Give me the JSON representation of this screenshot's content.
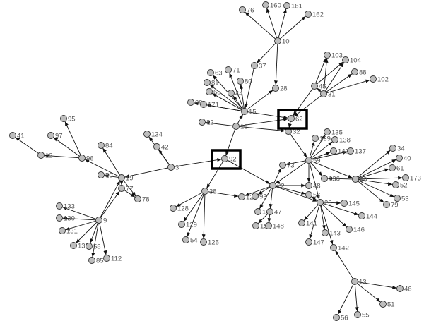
{
  "graph": {
    "colors": {
      "node_fill": "#bdbdbd",
      "node_stroke": "#333333",
      "edge": "#111111",
      "label": "#555555",
      "highlight": "#000000"
    },
    "nodes": [
      {
        "id": "41",
        "label": "41"
      },
      {
        "id": "12",
        "label": "12"
      },
      {
        "id": "97",
        "label": "97"
      },
      {
        "id": "95",
        "label": "95"
      },
      {
        "id": "96",
        "label": "96"
      },
      {
        "id": "84",
        "label": "84"
      },
      {
        "id": "50",
        "label": "50"
      },
      {
        "id": "19",
        "label": "19"
      },
      {
        "id": "77",
        "label": "77"
      },
      {
        "id": "78",
        "label": "78"
      },
      {
        "id": "134",
        "label": "134"
      },
      {
        "id": "42",
        "label": "42"
      },
      {
        "id": "3",
        "label": "3"
      },
      {
        "id": "133",
        "label": "133"
      },
      {
        "id": "130",
        "label": "130"
      },
      {
        "id": "131",
        "label": "131"
      },
      {
        "id": "9",
        "label": "9"
      },
      {
        "id": "132",
        "label": "132"
      },
      {
        "id": "58",
        "label": "58"
      },
      {
        "id": "85",
        "label": "85"
      },
      {
        "id": "112",
        "label": "112"
      },
      {
        "id": "76",
        "label": "76"
      },
      {
        "id": "160",
        "label": "160"
      },
      {
        "id": "161",
        "label": "161"
      },
      {
        "id": "162",
        "label": "162"
      },
      {
        "id": "10",
        "label": "10"
      },
      {
        "id": "37",
        "label": "37"
      },
      {
        "id": "28",
        "label": "28"
      },
      {
        "id": "63",
        "label": "63"
      },
      {
        "id": "71",
        "label": "71"
      },
      {
        "id": "81",
        "label": "81"
      },
      {
        "id": "80",
        "label": "80"
      },
      {
        "id": "68",
        "label": "68"
      },
      {
        "id": "44",
        "label": "44"
      },
      {
        "id": "39",
        "label": "39"
      },
      {
        "id": "171",
        "label": "171"
      },
      {
        "id": "15",
        "label": "15"
      },
      {
        "id": "82",
        "label": "82"
      },
      {
        "id": "16",
        "label": "16"
      },
      {
        "id": "92",
        "label": "92"
      },
      {
        "id": "38",
        "label": "38"
      },
      {
        "id": "128",
        "label": "128"
      },
      {
        "id": "129",
        "label": "129"
      },
      {
        "id": "54",
        "label": "54"
      },
      {
        "id": "125",
        "label": "125"
      },
      {
        "id": "127",
        "label": "127"
      },
      {
        "id": "103",
        "label": "103"
      },
      {
        "id": "104",
        "label": "104"
      },
      {
        "id": "88",
        "label": "88"
      },
      {
        "id": "45",
        "label": "45"
      },
      {
        "id": "102",
        "label": "102"
      },
      {
        "id": "31",
        "label": "31"
      },
      {
        "id": "62",
        "label": "62"
      },
      {
        "id": "32",
        "label": "32"
      },
      {
        "id": "135",
        "label": "135"
      },
      {
        "id": "139",
        "label": "139"
      },
      {
        "id": "138",
        "label": "138"
      },
      {
        "id": "140",
        "label": "140"
      },
      {
        "id": "137",
        "label": "137"
      },
      {
        "id": "59",
        "label": "59"
      },
      {
        "id": "73",
        "label": "73"
      },
      {
        "id": "136",
        "label": "136"
      },
      {
        "id": "34",
        "label": "34"
      },
      {
        "id": "40",
        "label": "40"
      },
      {
        "id": "61",
        "label": "61"
      },
      {
        "id": "20",
        "label": "20"
      },
      {
        "id": "173",
        "label": "173"
      },
      {
        "id": "52",
        "label": "52"
      },
      {
        "id": "53",
        "label": "53"
      },
      {
        "id": "79",
        "label": "79"
      },
      {
        "id": "22",
        "label": "22"
      },
      {
        "id": "93",
        "label": "93"
      },
      {
        "id": "48",
        "label": "48"
      },
      {
        "id": "57",
        "label": "57"
      },
      {
        "id": "149",
        "label": "149"
      },
      {
        "id": "47",
        "label": "47"
      },
      {
        "id": "150",
        "label": "150"
      },
      {
        "id": "148",
        "label": "148"
      },
      {
        "id": "26",
        "label": "26"
      },
      {
        "id": "145",
        "label": "145"
      },
      {
        "id": "144",
        "label": "144"
      },
      {
        "id": "141",
        "label": "141"
      },
      {
        "id": "146",
        "label": "146"
      },
      {
        "id": "143",
        "label": "143"
      },
      {
        "id": "147",
        "label": "147"
      },
      {
        "id": "142",
        "label": "142"
      },
      {
        "id": "13",
        "label": "13"
      },
      {
        "id": "46",
        "label": "46"
      },
      {
        "id": "51",
        "label": "51"
      },
      {
        "id": "56",
        "label": "56"
      },
      {
        "id": "55",
        "label": "55"
      }
    ],
    "edges": [
      [
        "12",
        "41"
      ],
      [
        "96",
        "12"
      ],
      [
        "96",
        "97"
      ],
      [
        "96",
        "95"
      ],
      [
        "19",
        "96"
      ],
      [
        "19",
        "84"
      ],
      [
        "19",
        "50"
      ],
      [
        "19",
        "77"
      ],
      [
        "19",
        "78"
      ],
      [
        "77",
        "78"
      ],
      [
        "9",
        "19"
      ],
      [
        "9",
        "77"
      ],
      [
        "9",
        "133"
      ],
      [
        "9",
        "130"
      ],
      [
        "9",
        "131"
      ],
      [
        "9",
        "132"
      ],
      [
        "9",
        "58"
      ],
      [
        "9",
        "85"
      ],
      [
        "9",
        "112"
      ],
      [
        "3",
        "19"
      ],
      [
        "3",
        "42"
      ],
      [
        "3",
        "134"
      ],
      [
        "3",
        "92"
      ],
      [
        "10",
        "76"
      ],
      [
        "10",
        "160"
      ],
      [
        "10",
        "161"
      ],
      [
        "10",
        "162"
      ],
      [
        "10",
        "37"
      ],
      [
        "10",
        "28"
      ],
      [
        "37",
        "15"
      ],
      [
        "15",
        "63"
      ],
      [
        "15",
        "71"
      ],
      [
        "15",
        "81"
      ],
      [
        "15",
        "80"
      ],
      [
        "15",
        "68"
      ],
      [
        "15",
        "44"
      ],
      [
        "15",
        "39"
      ],
      [
        "15",
        "171"
      ],
      [
        "15",
        "28"
      ],
      [
        "15",
        "62"
      ],
      [
        "16",
        "15"
      ],
      [
        "16",
        "82"
      ],
      [
        "16",
        "92"
      ],
      [
        "16",
        "62"
      ],
      [
        "16",
        "32"
      ],
      [
        "92",
        "22"
      ],
      [
        "92",
        "38"
      ],
      [
        "38",
        "128"
      ],
      [
        "38",
        "129"
      ],
      [
        "38",
        "54"
      ],
      [
        "38",
        "125"
      ],
      [
        "38",
        "127"
      ],
      [
        "31",
        "62"
      ],
      [
        "31",
        "103"
      ],
      [
        "31",
        "104"
      ],
      [
        "31",
        "88"
      ],
      [
        "31",
        "45"
      ],
      [
        "31",
        "102"
      ],
      [
        "45",
        "62"
      ],
      [
        "45",
        "103"
      ],
      [
        "45",
        "104"
      ],
      [
        "32",
        "59"
      ],
      [
        "62",
        "32"
      ],
      [
        "59",
        "135"
      ],
      [
        "59",
        "139"
      ],
      [
        "59",
        "138"
      ],
      [
        "59",
        "140"
      ],
      [
        "59",
        "137"
      ],
      [
        "59",
        "73"
      ],
      [
        "59",
        "136"
      ],
      [
        "59",
        "20"
      ],
      [
        "59",
        "48"
      ],
      [
        "59",
        "26"
      ],
      [
        "59",
        "22"
      ],
      [
        "20",
        "34"
      ],
      [
        "20",
        "40"
      ],
      [
        "20",
        "61"
      ],
      [
        "20",
        "173"
      ],
      [
        "20",
        "52"
      ],
      [
        "20",
        "53"
      ],
      [
        "20",
        "79"
      ],
      [
        "20",
        "136"
      ],
      [
        "22",
        "73"
      ],
      [
        "22",
        "93"
      ],
      [
        "22",
        "127"
      ],
      [
        "22",
        "48"
      ],
      [
        "22",
        "57"
      ],
      [
        "22",
        "149"
      ],
      [
        "22",
        "47"
      ],
      [
        "22",
        "26"
      ],
      [
        "47",
        "150"
      ],
      [
        "47",
        "148"
      ],
      [
        "26",
        "145"
      ],
      [
        "26",
        "144"
      ],
      [
        "26",
        "141"
      ],
      [
        "26",
        "146"
      ],
      [
        "26",
        "143"
      ],
      [
        "26",
        "147"
      ],
      [
        "26",
        "142"
      ],
      [
        "26",
        "57"
      ],
      [
        "13",
        "142"
      ],
      [
        "13",
        "46"
      ],
      [
        "13",
        "51"
      ],
      [
        "13",
        "56"
      ],
      [
        "13",
        "55"
      ]
    ],
    "highlights": [
      "92",
      "62"
    ]
  }
}
